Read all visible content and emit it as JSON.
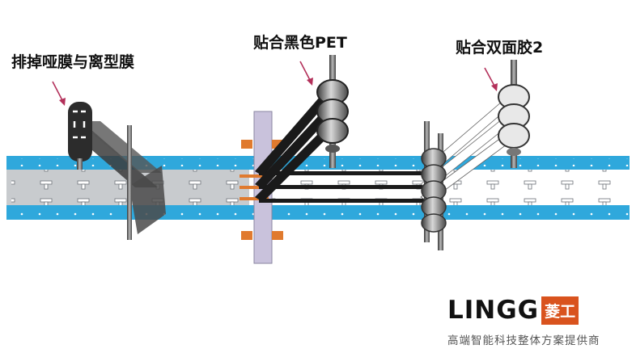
{
  "labels": {
    "station1": "排掉哑膜与离型膜",
    "station2": "贴合黑色PET",
    "station3": "贴合双面胶2"
  },
  "logo": {
    "brand": "LINGG",
    "brand_cn": "菱工",
    "tagline": "高端智能科技整体方案提供商"
  },
  "colors": {
    "belt_blue": "#2fa8dc",
    "web_grey": "#c8cbce",
    "arrow": "#b3305a",
    "film_black": "#1a1a1a",
    "clamp_orange": "#e07a2e",
    "plate_lavender": "#c9c2dc",
    "brand_orange": "#d9531e"
  }
}
